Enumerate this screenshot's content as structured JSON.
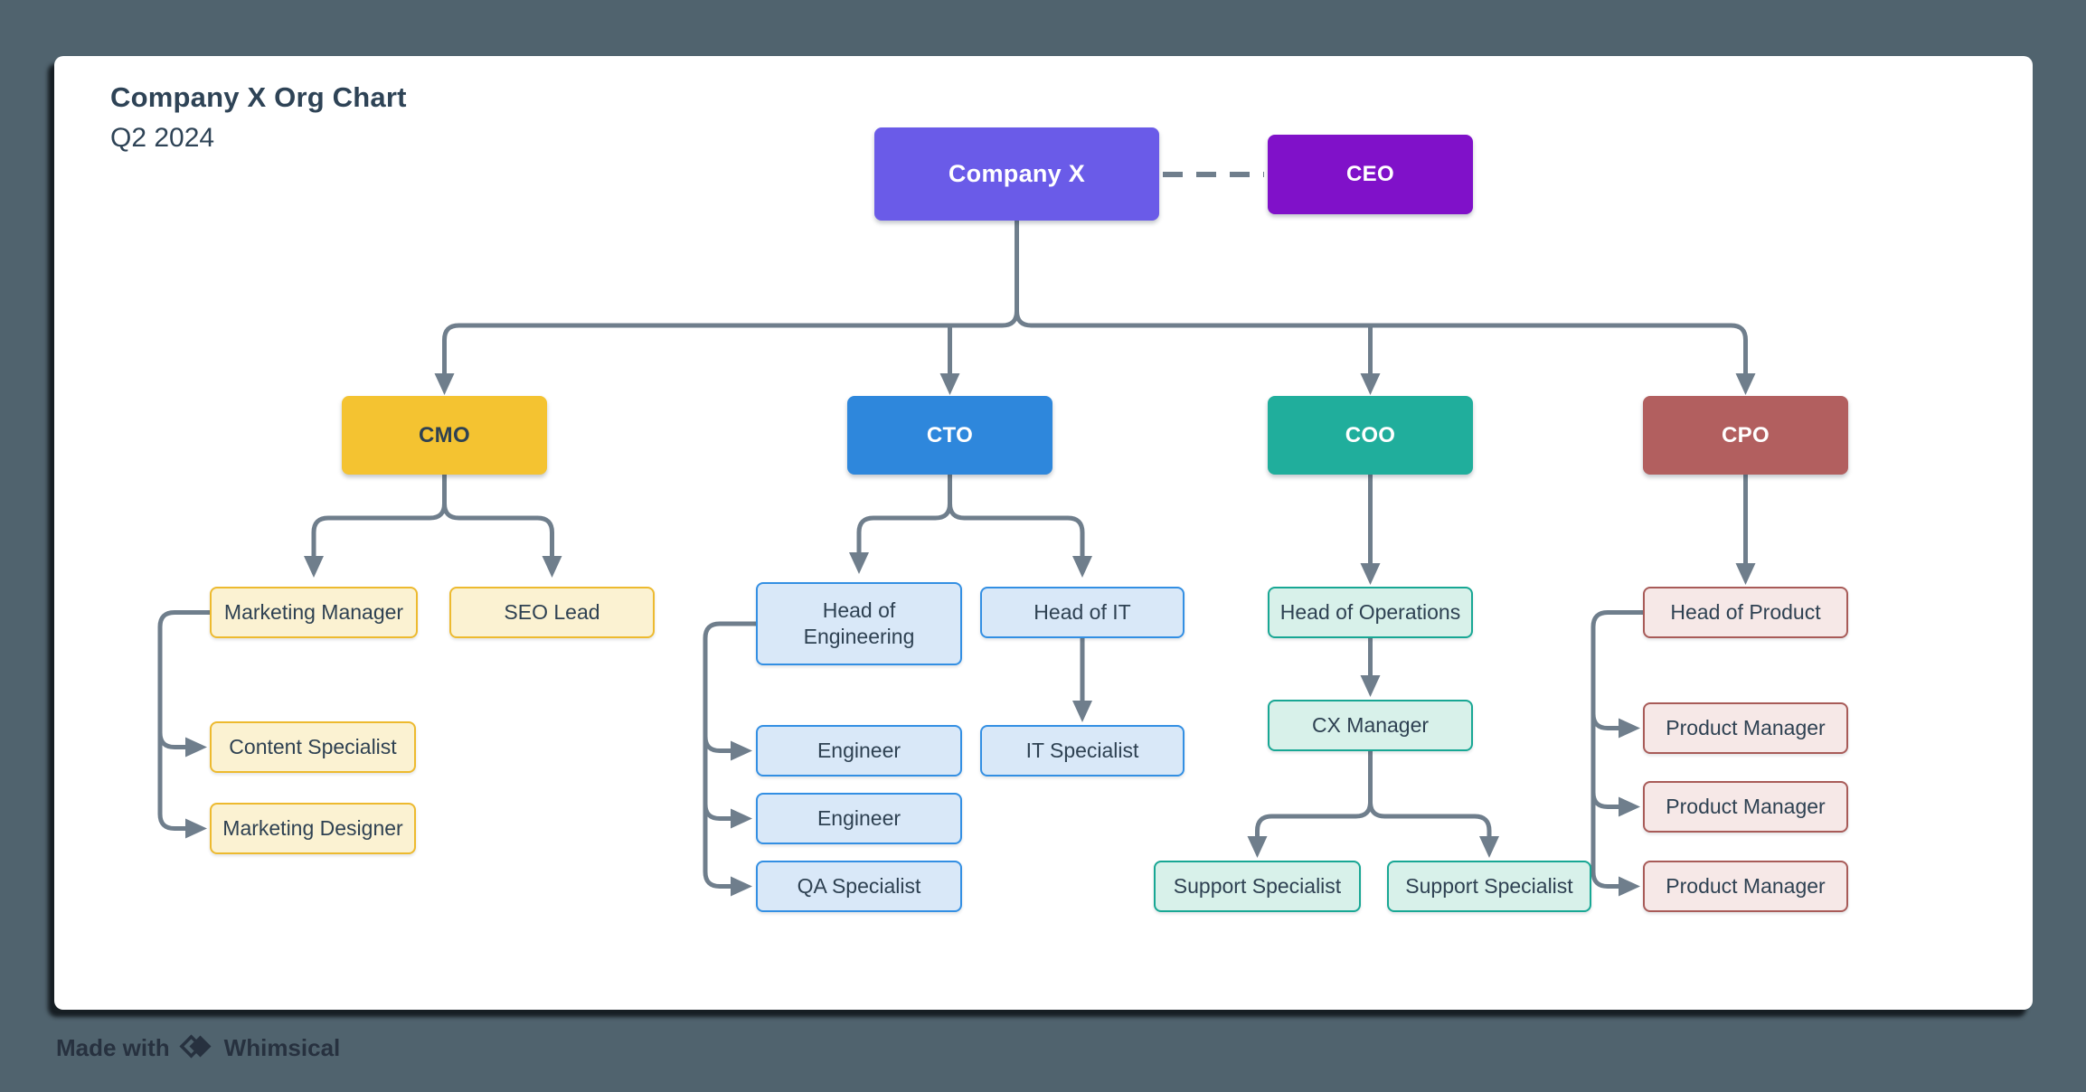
{
  "header": {
    "title": "Company X Org Chart",
    "subtitle": "Q2 2024"
  },
  "footer": {
    "made_with": "Made with",
    "brand": "Whimsical"
  },
  "palette": {
    "page_background": "#50636E",
    "card_background": "#FFFFFF",
    "connector": "#6F7E8C",
    "title_text": "#2E4356",
    "node_text_dark": "#2E4152",
    "company_fill": "#6A5BE8",
    "ceo_fill": "#8011C9",
    "cmo_fill": "#F4C331",
    "cto_fill": "#2E87DC",
    "coo_fill": "#20AE9C",
    "cpo_fill": "#B25F5F",
    "yellow_leaf_fill": "#FBF2D2",
    "yellow_leaf_border": "#EDBA2F",
    "blue_leaf_fill": "#D9E8F8",
    "blue_leaf_border": "#338FE3",
    "teal_leaf_fill": "#D8F1EA",
    "teal_leaf_border": "#18A794",
    "red_leaf_fill": "#F6E8E7",
    "red_leaf_border": "#A85B58"
  },
  "nodes": {
    "company": {
      "label": "Company X"
    },
    "ceo": {
      "label": "CEO"
    },
    "cmo": {
      "label": "CMO"
    },
    "cto": {
      "label": "CTO"
    },
    "coo": {
      "label": "COO"
    },
    "cpo": {
      "label": "CPO"
    },
    "marketing_manager": {
      "label": "Marketing Manager"
    },
    "seo_lead": {
      "label": "SEO Lead"
    },
    "content_specialist": {
      "label": "Content Specialist"
    },
    "marketing_designer": {
      "label": "Marketing Designer"
    },
    "head_of_engineering": {
      "label": "Head of Engineering"
    },
    "engineer_1": {
      "label": "Engineer"
    },
    "engineer_2": {
      "label": "Engineer"
    },
    "qa_specialist": {
      "label": "QA Specialist"
    },
    "head_of_it": {
      "label": "Head of IT"
    },
    "it_specialist": {
      "label": "IT Specialist"
    },
    "head_of_operations": {
      "label": "Head of Operations"
    },
    "cx_manager": {
      "label": "CX Manager"
    },
    "support_specialist_1": {
      "label": "Support Specialist"
    },
    "support_specialist_2": {
      "label": "Support Specialist"
    },
    "head_of_product": {
      "label": "Head of Product"
    },
    "product_manager_1": {
      "label": "Product Manager"
    },
    "product_manager_2": {
      "label": "Product Manager"
    },
    "product_manager_3": {
      "label": "Product Manager"
    }
  }
}
